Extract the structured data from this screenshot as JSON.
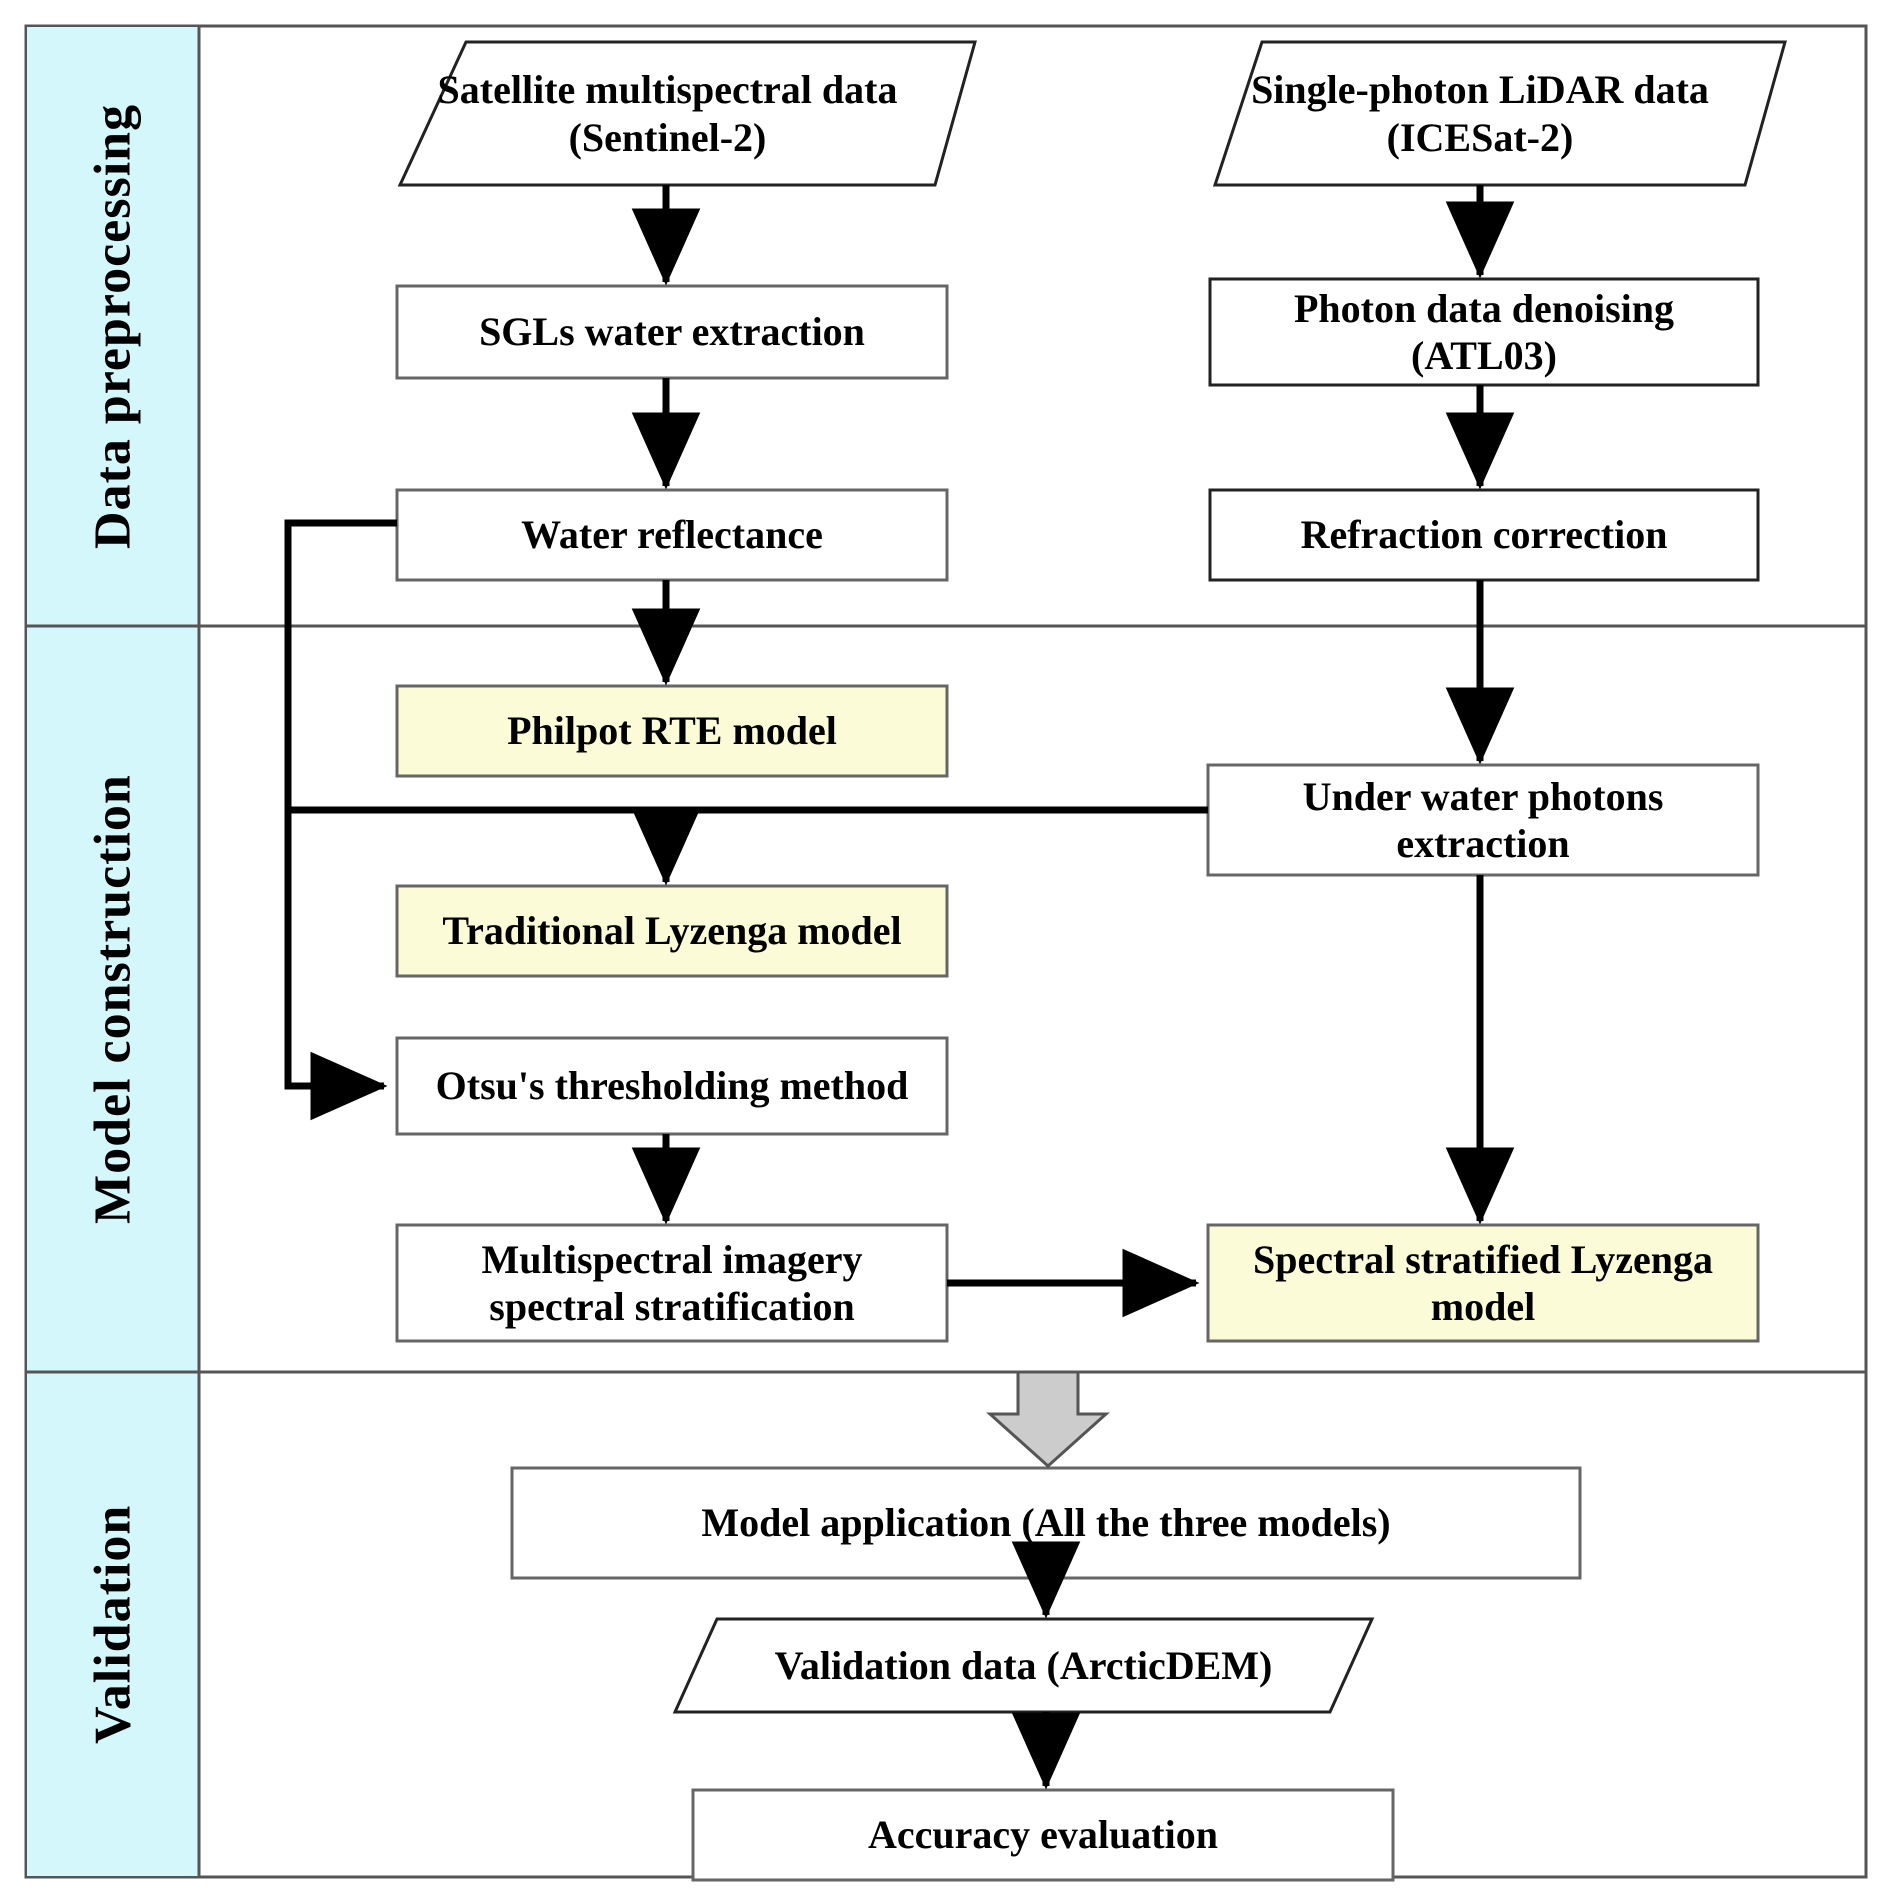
{
  "figure": {
    "type": "flowchart",
    "title": "Methodology flowchart for supraglacial lake depth retrieval",
    "colors": {
      "band_fill": "#D3F7FB",
      "highlight_fill": "#FCFBD7",
      "plain_fill": "#FFFFFF",
      "stroke": "#555555",
      "arrow": "#000000",
      "block_arrow_fill": "#CCCCCC"
    }
  },
  "bands": [
    {
      "id": "band-data-preprocessing",
      "label": "Data preprocessing"
    },
    {
      "id": "band-model-construction",
      "label": "Model construction"
    },
    {
      "id": "band-validation",
      "label": "Validation"
    }
  ],
  "nodes": [
    {
      "id": "satellite-multispectral-data",
      "shape": "parallelogram",
      "fill": "plain",
      "lines": [
        "Satellite multispectral data",
        "(Sentinel-2)"
      ]
    },
    {
      "id": "single-photon-lidar-data",
      "shape": "parallelogram",
      "fill": "plain",
      "lines": [
        "Single-photon LiDAR data",
        "(ICESat-2)"
      ]
    },
    {
      "id": "sgls-water-extraction",
      "shape": "rect",
      "fill": "plain",
      "lines": [
        "SGLs water  extraction"
      ]
    },
    {
      "id": "photon-data-denoising",
      "shape": "rect",
      "fill": "plain",
      "lines": [
        "Photon data denoising",
        "(ATL03)"
      ]
    },
    {
      "id": "water-reflectance",
      "shape": "rect",
      "fill": "plain",
      "lines": [
        "Water reflectance"
      ]
    },
    {
      "id": "refraction-correction",
      "shape": "rect",
      "fill": "plain",
      "lines": [
        "Refraction correction"
      ]
    },
    {
      "id": "philpot-rte-model",
      "shape": "rect",
      "fill": "highlight",
      "lines": [
        "Philpot RTE model"
      ]
    },
    {
      "id": "under-water-photons-extraction",
      "shape": "rect",
      "fill": "plain",
      "lines": [
        "Under water photons",
        "extraction"
      ]
    },
    {
      "id": "traditional-lyzenga-model",
      "shape": "rect",
      "fill": "highlight",
      "lines": [
        "Traditional Lyzenga model"
      ]
    },
    {
      "id": "otsus-thresholding-method",
      "shape": "rect",
      "fill": "plain",
      "lines": [
        "Otsu's thresholding method"
      ]
    },
    {
      "id": "multispectral-imagery-spectral-stratification",
      "shape": "rect",
      "fill": "plain",
      "lines": [
        "Multispectral imagery",
        "spectral stratification"
      ]
    },
    {
      "id": "spectral-stratified-lyzenga-model",
      "shape": "rect",
      "fill": "highlight",
      "lines": [
        "Spectral stratified Lyzenga",
        "model"
      ]
    },
    {
      "id": "model-application",
      "shape": "rect",
      "fill": "plain",
      "lines": [
        "Model application (All the three models)"
      ]
    },
    {
      "id": "validation-data",
      "shape": "parallelogram",
      "fill": "plain",
      "lines": [
        "Validation data (ArcticDEM)"
      ]
    },
    {
      "id": "accuracy-evaluation",
      "shape": "rect",
      "fill": "plain",
      "lines": [
        "Accuracy evaluation"
      ]
    }
  ],
  "edges": [
    {
      "from": "satellite-multispectral-data",
      "to": "sgls-water-extraction"
    },
    {
      "from": "sgls-water-extraction",
      "to": "water-reflectance"
    },
    {
      "from": "single-photon-lidar-data",
      "to": "photon-data-denoising"
    },
    {
      "from": "photon-data-denoising",
      "to": "refraction-correction"
    },
    {
      "from": "water-reflectance",
      "to": "philpot-rte-model"
    },
    {
      "from": "refraction-correction",
      "to": "under-water-photons-extraction"
    },
    {
      "from": "under-water-photons-extraction",
      "to": "traditional-lyzenga-model"
    },
    {
      "from": "water-reflectance",
      "to": "otsus-thresholding-method"
    },
    {
      "from": "otsus-thresholding-method",
      "to": "multispectral-imagery-spectral-stratification"
    },
    {
      "from": "multispectral-imagery-spectral-stratification",
      "to": "spectral-stratified-lyzenga-model"
    },
    {
      "from": "under-water-photons-extraction",
      "to": "spectral-stratified-lyzenga-model"
    },
    {
      "from": "model-construction-stage",
      "to": "model-application",
      "style": "block-arrow"
    },
    {
      "from": "model-application",
      "to": "validation-data"
    },
    {
      "from": "validation-data",
      "to": "accuracy-evaluation"
    }
  ]
}
